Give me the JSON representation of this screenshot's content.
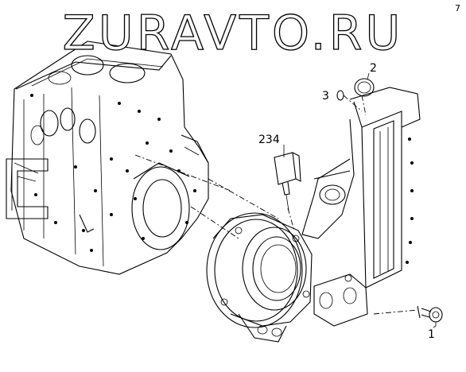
{
  "watermark": "ZURAVTO.RU",
  "corner_mark": "7",
  "callouts": {
    "c1": "1",
    "c2": "2",
    "c3": "3",
    "c234": "234"
  }
}
